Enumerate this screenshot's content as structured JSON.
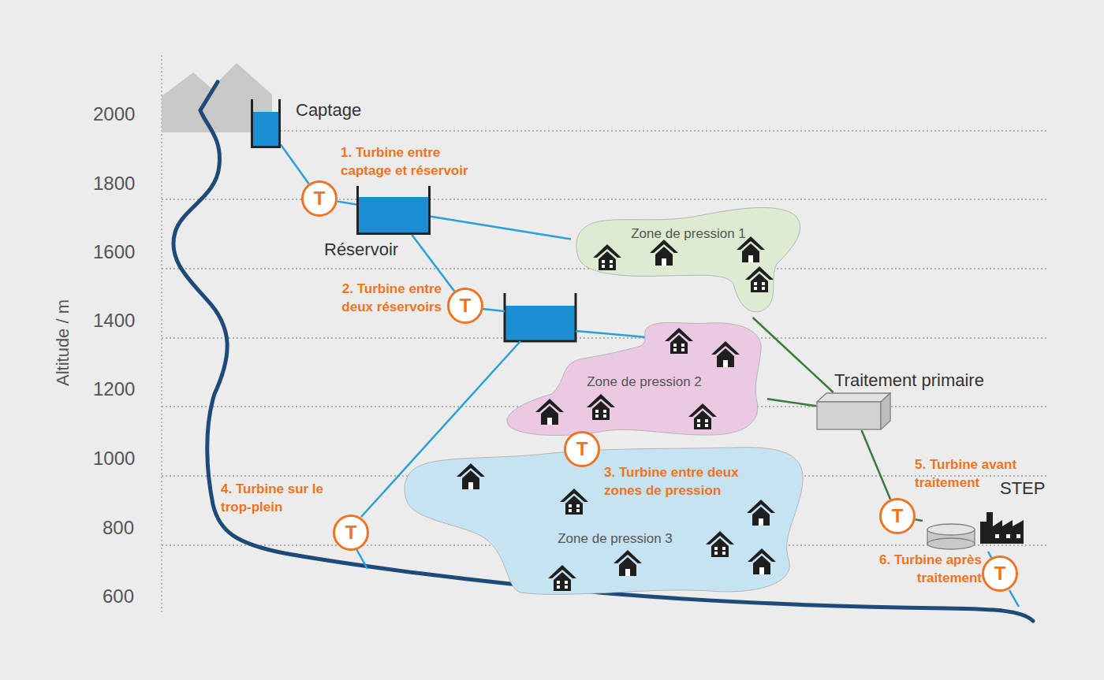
{
  "diagram": {
    "nodes": [
      {
        "text": [
          "Captage"
        ]
      },
      {
        "text": [
          "T",
          "1. Turbine entre captage et réservoir"
        ]
      },
      {
        "text": [
          "Réservoir"
        ]
      },
      {
        "text": [
          "Zone de pression 1"
        ]
      },
      {
        "text": [
          "T",
          "2. Turbine entre deux réservoirs"
        ]
      },
      {
        "text": [
          "Zone de pression 2"
        ]
      },
      {
        "text": [
          "Traitement primaire"
        ]
      },
      {
        "text": [
          "T",
          "3. Turbine entre deux zones de pression"
        ]
      },
      {
        "text": [
          "Zone de pression 3"
        ]
      },
      {
        "text": [
          "T",
          "4. Turbine sur le trop-plein"
        ]
      },
      {
        "text": [
          "T",
          "5. Turbine avant traitement"
        ]
      },
      {
        "text": [
          "STEP"
        ]
      },
      {
        "text": [
          "T",
          "6. Turbine après traitement"
        ]
      }
    ],
    "edges": [
      {
        "from": 0,
        "to": 1,
        "arrow": "none"
      },
      {
        "from": 1,
        "to": 2,
        "arrow": "none"
      },
      {
        "from": 2,
        "to": 3,
        "arrow": "none"
      },
      {
        "from": 2,
        "to": 4,
        "arrow": "none"
      },
      {
        "from": 3,
        "to": 6,
        "arrow": "none"
      },
      {
        "from": 5,
        "to": 6,
        "arrow": "none"
      },
      {
        "from": 6,
        "to": 10,
        "arrow": "none"
      },
      {
        "from": 10,
        "to": 11,
        "arrow": "none"
      },
      {
        "from": 11,
        "to": 12,
        "arrow": "none"
      }
    ],
    "labels": [
      "2000",
      "1800",
      "1600",
      "1400",
      "1200",
      "1000",
      "800",
      "600",
      "Altitude / m"
    ]
  }
}
